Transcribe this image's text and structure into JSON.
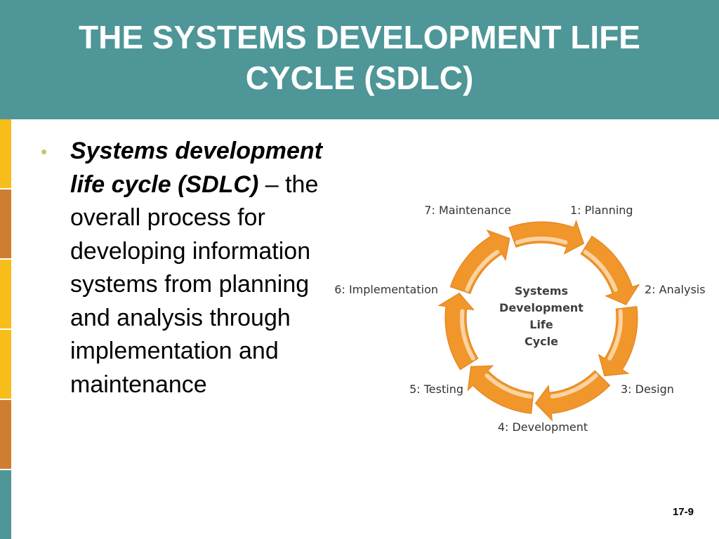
{
  "title": "THE SYSTEMS DEVELOPMENT LIFE CYCLE (SDLC)",
  "bullet": {
    "term": "Systems development life cycle (SDLC)",
    "definition": " – the overall process for developing information systems from planning and analysis through implementation and maintenance"
  },
  "diagram": {
    "center": [
      "Systems",
      "Development",
      "Life",
      "Cycle"
    ],
    "stages": [
      "1: Planning",
      "2: Analysis",
      "3: Design",
      "4: Development",
      "5: Testing",
      "6: Implementation",
      "7: Maintenance"
    ],
    "arrow_color": "#f0962a"
  },
  "side_bar_colors": [
    "#f7bd1a",
    "#cf7e31",
    "#f7bd1a",
    "#f7bd1a",
    "#cf7e31",
    "#4e9698"
  ],
  "slide_number": "17-9"
}
